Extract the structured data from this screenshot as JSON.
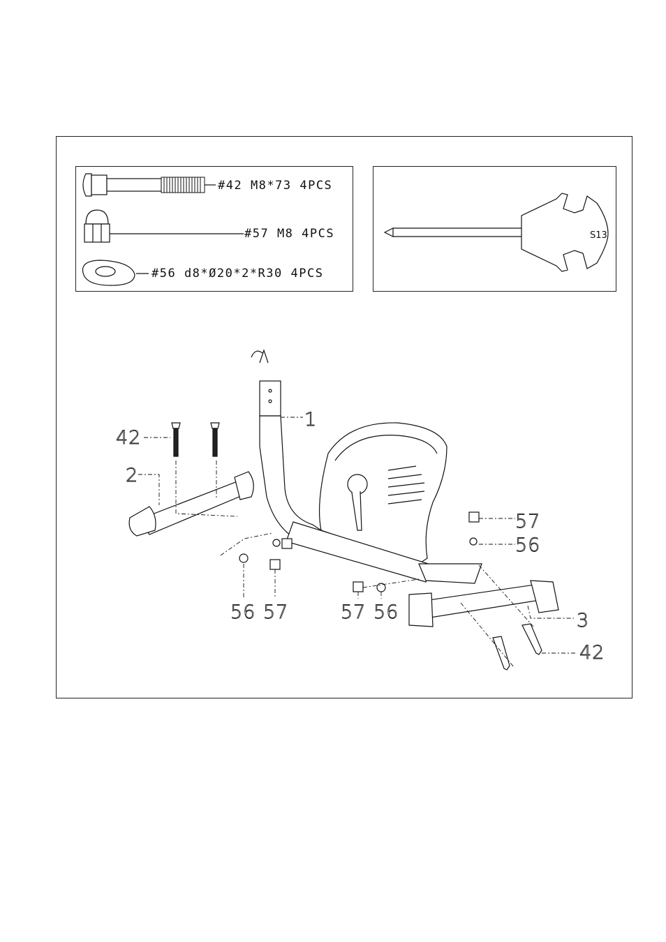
{
  "parts": [
    {
      "id": "part-42",
      "label": "#42 M8*73 4PCS"
    },
    {
      "id": "part-57",
      "label": "#57 M8 4PCS"
    },
    {
      "id": "part-56",
      "label": "#56 d8*Ø20*2*R30 4PCS"
    }
  ],
  "tool": {
    "size_label": "S13"
  },
  "callouts": {
    "c1": "1",
    "c2": "2",
    "c3": "3",
    "c42_left": "42",
    "c42_right": "42",
    "c57_right": "57",
    "c56_right": "56",
    "c56_bottom_left": "56",
    "c57_bottom_left": "57",
    "c57_bottom_mid": "57",
    "c56_bottom_mid": "56"
  }
}
